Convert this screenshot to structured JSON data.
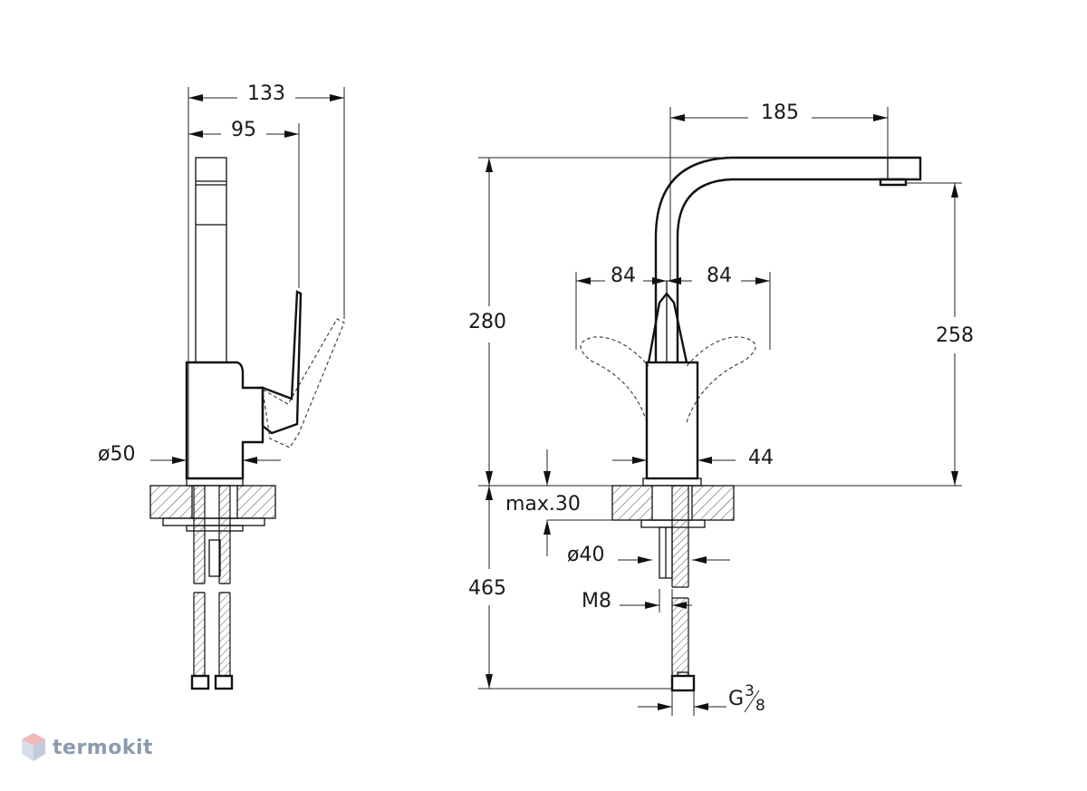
{
  "side_view": {
    "dim_total_depth": "133",
    "dim_spout_depth": "95",
    "dim_body_diameter": "ø50"
  },
  "front_view": {
    "dim_spout_reach": "185",
    "dim_lever_left": "84",
    "dim_lever_right": "84",
    "dim_total_height": "280",
    "dim_outlet_height": "258",
    "dim_base_width": "44",
    "dim_max_thickness": "max.30",
    "dim_hole_diameter": "ø40",
    "dim_hose_length": "465",
    "dim_stud_thread": "M8",
    "dim_connection_thread_prefix": "G",
    "dim_connection_thread_num": "3",
    "dim_connection_thread_den": "8"
  },
  "watermark": {
    "brand": "termokit",
    "icon": "cube-icon",
    "color": "#8a9bb0"
  }
}
